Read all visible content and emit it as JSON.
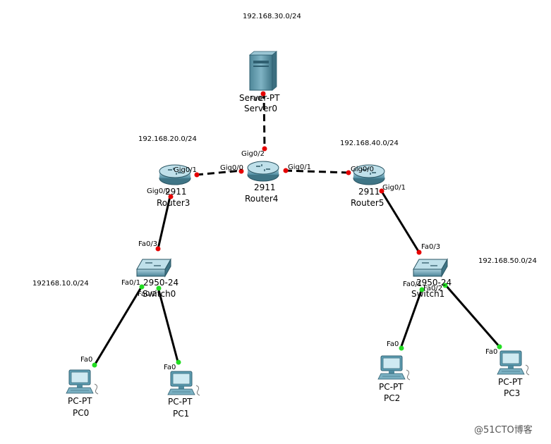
{
  "networks": {
    "n30": "192.168.30.0/24",
    "n20": "192.168.20.0/24",
    "n40": "192.168.40.0/24",
    "n10": "192168.10.0/24",
    "n50": "192.168.50.0/24"
  },
  "devices": {
    "server0": {
      "model": "Server-PT",
      "name": "Server0"
    },
    "router3": {
      "model": "2911",
      "name": "Router3"
    },
    "router4": {
      "model": "2911",
      "name": "Router4"
    },
    "router5": {
      "model": "2911",
      "name": "Router5"
    },
    "switch0": {
      "model": "2950-24",
      "name": "Switch0"
    },
    "switch1": {
      "model": "2950-24",
      "name": "Switch1"
    },
    "pc0": {
      "model": "PC-PT",
      "name": "PC0"
    },
    "pc1": {
      "model": "PC-PT",
      "name": "PC1"
    },
    "pc2": {
      "model": "PC-PT",
      "name": "PC2"
    },
    "pc3": {
      "model": "PC-PT",
      "name": "PC3"
    }
  },
  "ports": {
    "server_fa0": "Fa0",
    "r4_gig02": "Gig0/2",
    "r4_gig00": "Gig0/0",
    "r4_gig01": "Gig0/1",
    "r3_gig01": "Gig0/1",
    "r3_gig00": "Gig0/0",
    "r5_gig00": "Gig0/0",
    "r5_gig01": "Gig0/1",
    "sw0_fa03": "Fa0/3",
    "sw0_fa01": "Fa0/1",
    "sw0_fa02": "Fa0/2",
    "sw1_fa03": "Fa0/3",
    "sw1_fa01": "Fa0/1",
    "sw1_fa02": "Fa0/2",
    "pc0_fa0": "Fa0",
    "pc1_fa0": "Fa0",
    "pc2_fa0": "Fa0",
    "pc3_fa0": "Fa0"
  },
  "watermark": "@51CTO博客",
  "colors": {
    "link": "#000000",
    "port_down": "#e60000",
    "port_up": "#22dd22",
    "device": "#5f9fb4"
  }
}
